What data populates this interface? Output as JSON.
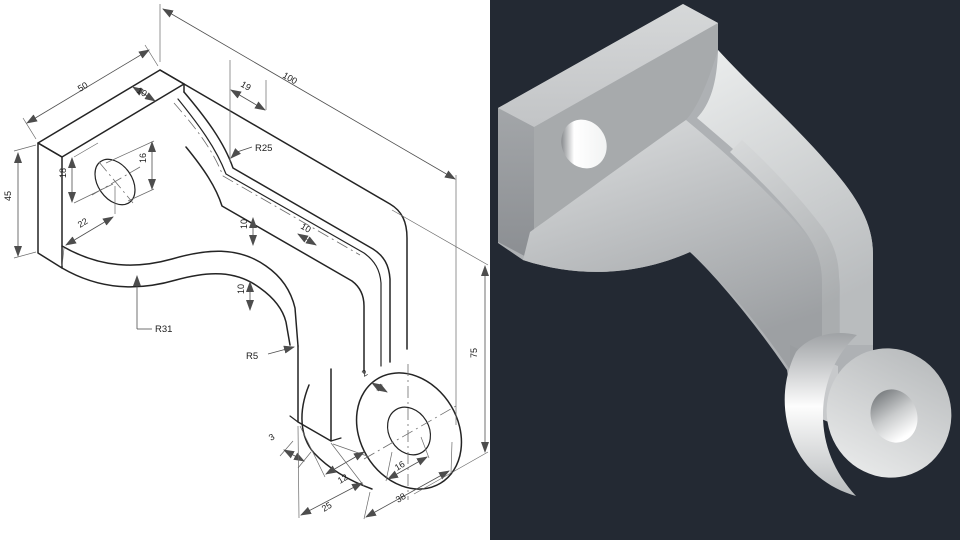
{
  "app": {
    "description": "CAD exercise: isometric dimensioned drawing (left) and shaded 3D model (right)"
  },
  "drawing_panel": {
    "background": "#ffffff",
    "line_color": "#242424",
    "dim_color": "#4d4d4d",
    "dimensions": {
      "plate_width": "50",
      "plate_thickness": "10",
      "overall_length": "100",
      "flange_offset": "19",
      "inner_radius": "R25",
      "plate_height": "45",
      "hole_offset_top": "18",
      "plate_hole_dia": "16",
      "hole_offset_side": "22",
      "web_thickness_top": "10",
      "flange_thickness": "10",
      "web_thickness_bottom": "10",
      "outer_radius": "R31",
      "fillet_radius": "R5",
      "step": "2",
      "base_step": "3",
      "boss_offset": "12",
      "base_width": "25",
      "boss_hole_dia": "16",
      "boss_dia": "38",
      "overall_height": "75"
    }
  },
  "render_panel": {
    "background": "#232933",
    "material_light": "#ebedee",
    "material_mid": "#aeb1b4",
    "material_dark": "#8d9094"
  }
}
